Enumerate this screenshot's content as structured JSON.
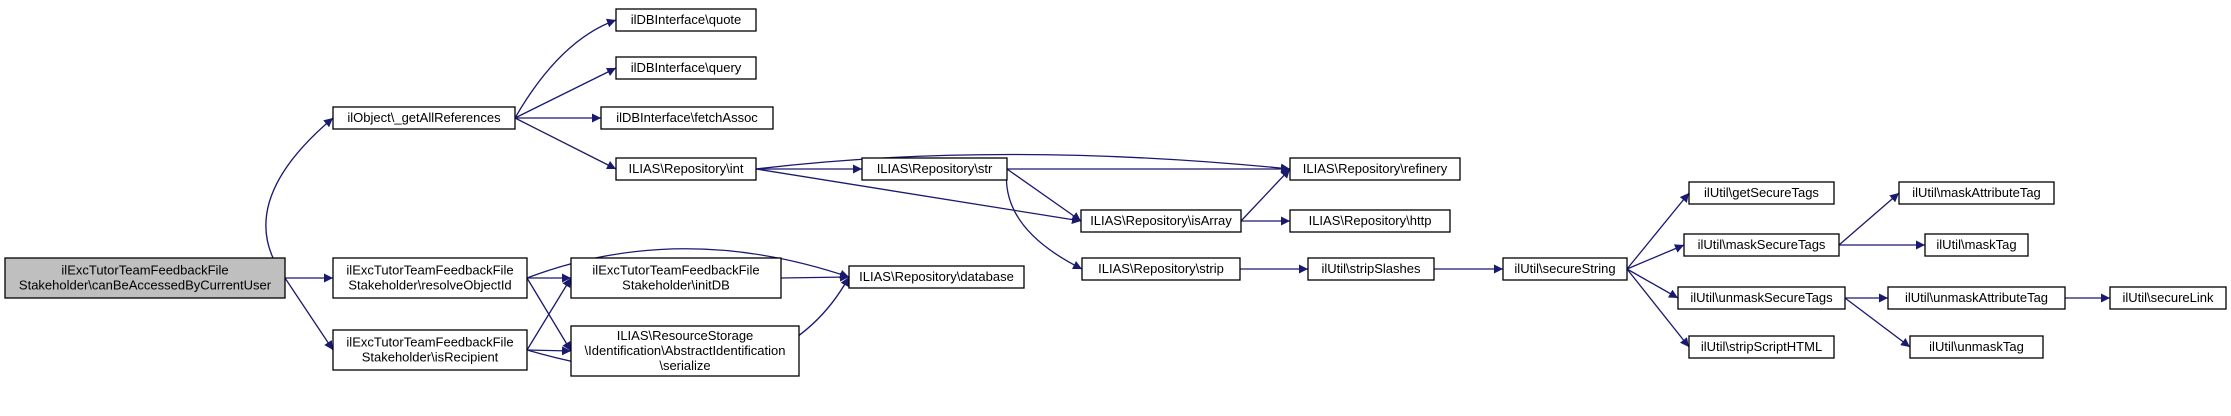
{
  "diagram": {
    "nodes": [
      {
        "id": "root",
        "lines": [
          "ilExcTutorTeamFeedbackFile",
          "Stakeholder\\canBeAccessedByCurrentUser"
        ],
        "root": true
      },
      {
        "id": "getAllReferences",
        "lines": [
          "ilObject\\_getAllReferences"
        ]
      },
      {
        "id": "resolveObjectId",
        "lines": [
          "ilExcTutorTeamFeedbackFile",
          "Stakeholder\\resolveObjectId"
        ]
      },
      {
        "id": "isRecipient",
        "lines": [
          "ilExcTutorTeamFeedbackFile",
          "Stakeholder\\isRecipient"
        ]
      },
      {
        "id": "quote",
        "lines": [
          "ilDBInterface\\quote"
        ]
      },
      {
        "id": "query",
        "lines": [
          "ilDBInterface\\query"
        ]
      },
      {
        "id": "fetchAssoc",
        "lines": [
          "ilDBInterface\\fetchAssoc"
        ]
      },
      {
        "id": "int",
        "lines": [
          "ILIAS\\Repository\\int"
        ]
      },
      {
        "id": "initDB",
        "lines": [
          "ilExcTutorTeamFeedbackFile",
          "Stakeholder\\initDB"
        ]
      },
      {
        "id": "serialize",
        "lines": [
          "ILIAS\\ResourceStorage",
          "\\Identification\\AbstractIdentification",
          "\\serialize"
        ]
      },
      {
        "id": "str",
        "lines": [
          "ILIAS\\Repository\\str"
        ]
      },
      {
        "id": "database",
        "lines": [
          "ILIAS\\Repository\\database"
        ]
      },
      {
        "id": "isArray",
        "lines": [
          "ILIAS\\Repository\\isArray"
        ]
      },
      {
        "id": "strip",
        "lines": [
          "ILIAS\\Repository\\strip"
        ]
      },
      {
        "id": "refinery",
        "lines": [
          "ILIAS\\Repository\\refinery"
        ]
      },
      {
        "id": "http",
        "lines": [
          "ILIAS\\Repository\\http"
        ]
      },
      {
        "id": "stripSlashes",
        "lines": [
          "ilUtil\\stripSlashes"
        ]
      },
      {
        "id": "secureString",
        "lines": [
          "ilUtil\\secureString"
        ]
      },
      {
        "id": "getSecureTags",
        "lines": [
          "ilUtil\\getSecureTags"
        ]
      },
      {
        "id": "maskSecureTags",
        "lines": [
          "ilUtil\\maskSecureTags"
        ]
      },
      {
        "id": "unmaskSecureTags",
        "lines": [
          "ilUtil\\unmaskSecureTags"
        ]
      },
      {
        "id": "stripScriptHTML",
        "lines": [
          "ilUtil\\stripScriptHTML"
        ]
      },
      {
        "id": "maskAttributeTag",
        "lines": [
          "ilUtil\\maskAttributeTag"
        ]
      },
      {
        "id": "maskTag",
        "lines": [
          "ilUtil\\maskTag"
        ]
      },
      {
        "id": "unmaskAttributeTag",
        "lines": [
          "ilUtil\\unmaskAttributeTag"
        ]
      },
      {
        "id": "unmaskTag",
        "lines": [
          "ilUtil\\unmaskTag"
        ]
      },
      {
        "id": "secureLink",
        "lines": [
          "ilUtil\\secureLink"
        ]
      }
    ],
    "edges": [
      {
        "from": "root",
        "to": "getAllReferences"
      },
      {
        "from": "root",
        "to": "resolveObjectId"
      },
      {
        "from": "root",
        "to": "isRecipient"
      },
      {
        "from": "getAllReferences",
        "to": "quote"
      },
      {
        "from": "getAllReferences",
        "to": "query"
      },
      {
        "from": "getAllReferences",
        "to": "fetchAssoc"
      },
      {
        "from": "getAllReferences",
        "to": "int"
      },
      {
        "from": "int",
        "to": "refinery"
      },
      {
        "from": "int",
        "to": "str"
      },
      {
        "from": "int",
        "to": "isArray"
      },
      {
        "from": "str",
        "to": "refinery"
      },
      {
        "from": "str",
        "to": "isArray"
      },
      {
        "from": "str",
        "to": "strip"
      },
      {
        "from": "isArray",
        "to": "refinery"
      },
      {
        "from": "isArray",
        "to": "http"
      },
      {
        "from": "strip",
        "to": "stripSlashes"
      },
      {
        "from": "stripSlashes",
        "to": "secureString"
      },
      {
        "from": "secureString",
        "to": "getSecureTags"
      },
      {
        "from": "secureString",
        "to": "maskSecureTags"
      },
      {
        "from": "secureString",
        "to": "unmaskSecureTags"
      },
      {
        "from": "secureString",
        "to": "stripScriptHTML"
      },
      {
        "from": "maskSecureTags",
        "to": "maskAttributeTag"
      },
      {
        "from": "maskSecureTags",
        "to": "maskTag"
      },
      {
        "from": "unmaskSecureTags",
        "to": "unmaskAttributeTag"
      },
      {
        "from": "unmaskSecureTags",
        "to": "unmaskTag"
      },
      {
        "from": "unmaskAttributeTag",
        "to": "secureLink"
      },
      {
        "from": "resolveObjectId",
        "to": "database"
      },
      {
        "from": "resolveObjectId",
        "to": "initDB"
      },
      {
        "from": "resolveObjectId",
        "to": "serialize"
      },
      {
        "from": "initDB",
        "to": "database"
      },
      {
        "from": "isRecipient",
        "to": "initDB"
      },
      {
        "from": "isRecipient",
        "to": "serialize"
      },
      {
        "from": "isRecipient",
        "to": "database"
      }
    ],
    "colors": {
      "edge": "#191970",
      "root_fill": "#bfbfbf",
      "node_fill": "#ffffff",
      "border": "#000000"
    }
  }
}
